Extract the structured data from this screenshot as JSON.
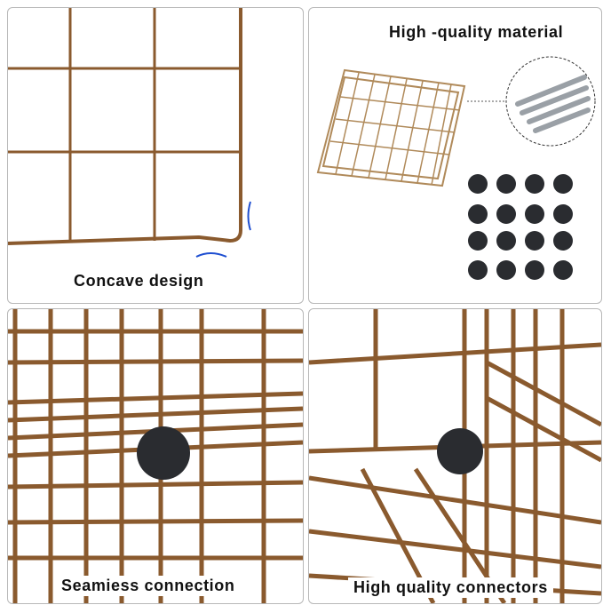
{
  "panels": [
    {
      "caption": "Concave design"
    },
    {
      "caption": "High -quality material"
    },
    {
      "caption": "Seamiess connection"
    },
    {
      "caption": "High quality connectors"
    }
  ],
  "colors": {
    "wire": "#8a5a2e",
    "connector": "#2a2c30",
    "accent_arc": "#1f4fd1"
  }
}
